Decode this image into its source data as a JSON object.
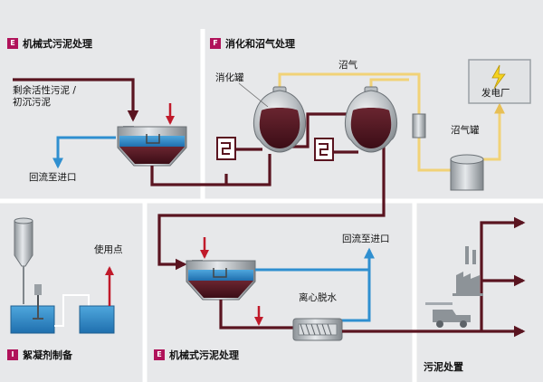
{
  "sections": {
    "e_top": {
      "badge": "E",
      "title": "机械式污泥处理"
    },
    "f": {
      "badge": "F",
      "title": "消化和沼气处理"
    },
    "i": {
      "badge": "I",
      "title": "絮凝剂制备"
    },
    "e_bottom": {
      "badge": "E",
      "title": "机械式污泥处理"
    },
    "disposal": {
      "title": "污泥处置"
    }
  },
  "labels": {
    "excess_sludge_line1": "剩余活性污泥 /",
    "excess_sludge_line2": "初沉污泥",
    "return_inlet_top": "回流至进口",
    "digester": "消化罐",
    "biogas": "沼气",
    "power_plant": "发电厂",
    "gas_holder": "沼气罐",
    "use_point": "使用点",
    "return_inlet_bottom": "回流至进口",
    "centrifuge": "离心脱水"
  },
  "colors": {
    "background": "#e7e8ea",
    "sludge_line": "#5a1420",
    "return_line": "#2f8fd0",
    "biogas_line": "#f1d277",
    "badge": "#b0125a",
    "dosing_arrow": "#c01a2a"
  }
}
